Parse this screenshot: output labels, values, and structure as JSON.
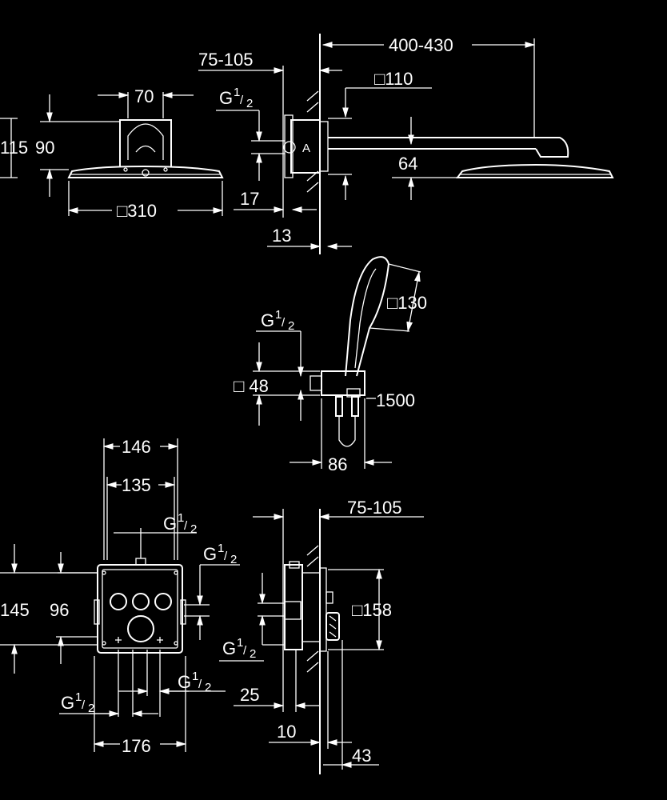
{
  "colors": {
    "background": "#000000",
    "ink": "#ffffff"
  },
  "head_shower": {
    "top_view": {
      "width_top": "70",
      "height_total": "115",
      "height_inner": "90",
      "square": "□310"
    },
    "side_view": {
      "wall_depth": "75-105",
      "thread": "G",
      "thread_frac_num": "1",
      "thread_frac_den": "2",
      "square_plate": "□110",
      "arm_length": "400-430",
      "drop": "64",
      "offset_a": "17",
      "offset_b": "13"
    }
  },
  "hand_shower": {
    "thread": "G",
    "thread_frac_num": "1",
    "thread_frac_den": "2",
    "square_holder": "□ 48",
    "square_head": "□130",
    "hose": "1500",
    "projection": "86"
  },
  "box": {
    "front_view": {
      "width_outer": "146",
      "width_inner": "135",
      "thread_top": "G",
      "thread_right": "G",
      "thread_bottom_left": "G",
      "thread_bottom_right": "G",
      "frac_num": "1",
      "frac_den": "2",
      "height_outer": "145",
      "height_inner": "96",
      "width_bottom": "176"
    },
    "side_view": {
      "depth": "75-105",
      "square_plate": "□158",
      "thread": "G",
      "frac_num": "1",
      "frac_den": "2",
      "offset_a": "25",
      "offset_b": "10",
      "offset_c": "43"
    }
  }
}
